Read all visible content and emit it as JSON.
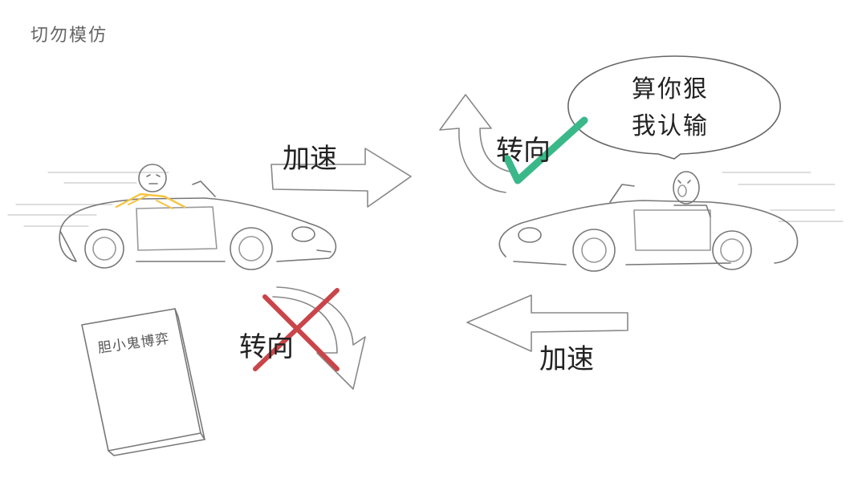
{
  "warning": "切勿模仿",
  "left_arrow_label": "加速",
  "right_arrow_label": "加速",
  "turn_correct_label": "转向",
  "turn_wrong_label": "转向",
  "speech": {
    "line1": "算你狠",
    "line2": "我认输"
  },
  "book_title": "胆小鬼博弈",
  "colors": {
    "check": "#3bb88a",
    "cross": "#c9454a",
    "highlight": "#f5c542",
    "sketch": "#777777"
  }
}
